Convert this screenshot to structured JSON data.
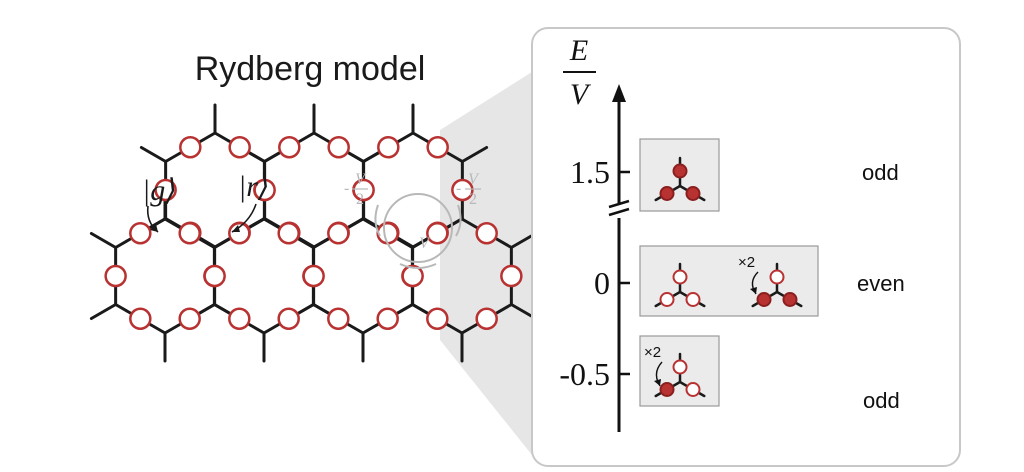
{
  "title": "Rydberg model",
  "lattice": {
    "label_ground": "|g⟩",
    "label_rydberg": "|r⟩",
    "interaction_half_num": "V",
    "interaction_half_den": "2",
    "interaction_full": "V"
  },
  "energy_axis": {
    "label_num": "E",
    "label_den": "V",
    "ticks": [
      "1.5",
      "0",
      "-0.5"
    ]
  },
  "levels": [
    {
      "energy": "1.5",
      "parity": "odd"
    },
    {
      "energy": "0",
      "parity": "even",
      "multiplicity": "×2"
    },
    {
      "energy": "-0.5",
      "parity": "odd",
      "multiplicity": "×2"
    }
  ],
  "colors": {
    "rydberg_fill": "#b83232",
    "rydberg_stroke": "#8a1f1f",
    "ground_fill": "#ffffff",
    "lattice_line": "#1a1a1a",
    "callout_gray": "#e6e6e6",
    "interaction_gray": "#b8b8b8",
    "box_fill": "#ebebeb"
  }
}
